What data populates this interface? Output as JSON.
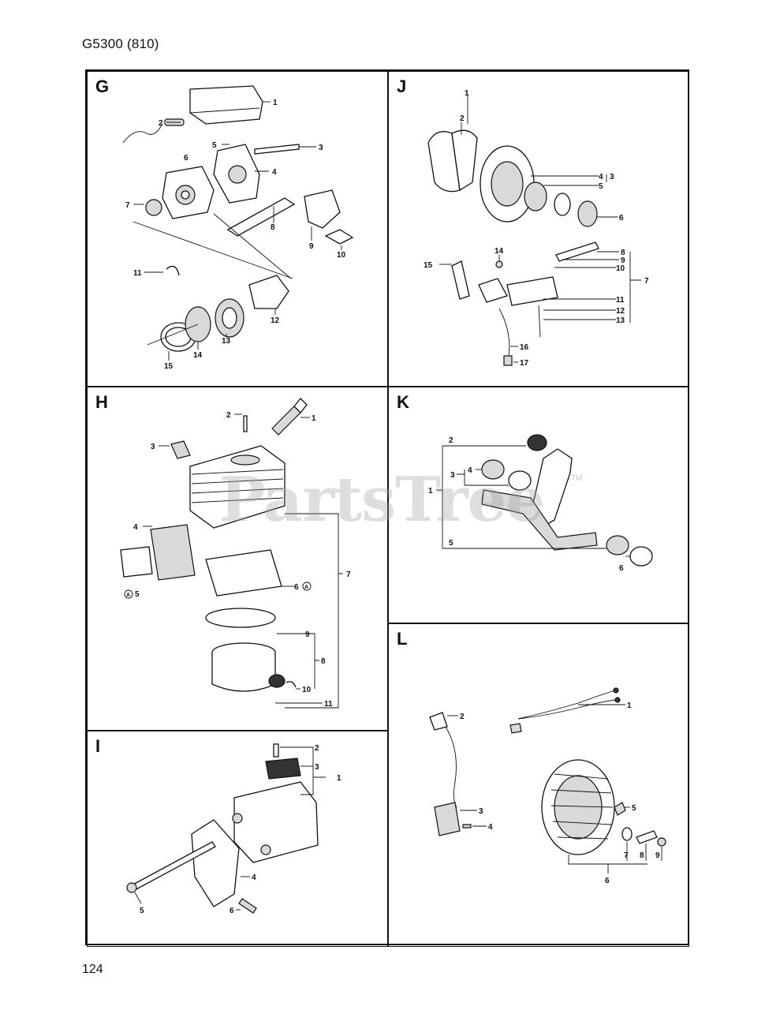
{
  "document": {
    "title": "G5300 (810)",
    "page_number": "124",
    "watermark": "PartsTree",
    "watermark_mark": "TM"
  },
  "panels": {
    "G": {
      "letter": "G",
      "callouts": [
        "1",
        "2",
        "3",
        "4",
        "5",
        "6",
        "7",
        "8",
        "9",
        "10",
        "11",
        "12",
        "13",
        "14",
        "15"
      ]
    },
    "J": {
      "letter": "J",
      "callouts": [
        "1",
        "2",
        "3",
        "4",
        "5",
        "6",
        "7",
        "8",
        "9",
        "10",
        "11",
        "12",
        "13",
        "14",
        "15",
        "16",
        "17"
      ]
    },
    "H": {
      "letter": "H",
      "callouts": [
        "1",
        "2",
        "3",
        "4",
        "5",
        "6",
        "7",
        "8",
        "9",
        "10",
        "11"
      ],
      "circled_mark": "A"
    },
    "K": {
      "letter": "K",
      "callouts": [
        "1",
        "2",
        "3",
        "4",
        "5",
        "6"
      ]
    },
    "I": {
      "letter": "I",
      "callouts": [
        "1",
        "2",
        "3",
        "4",
        "5",
        "6"
      ]
    },
    "L": {
      "letter": "L",
      "callouts": [
        "1",
        "2",
        "3",
        "4",
        "5",
        "6",
        "7",
        "8",
        "9"
      ]
    }
  }
}
